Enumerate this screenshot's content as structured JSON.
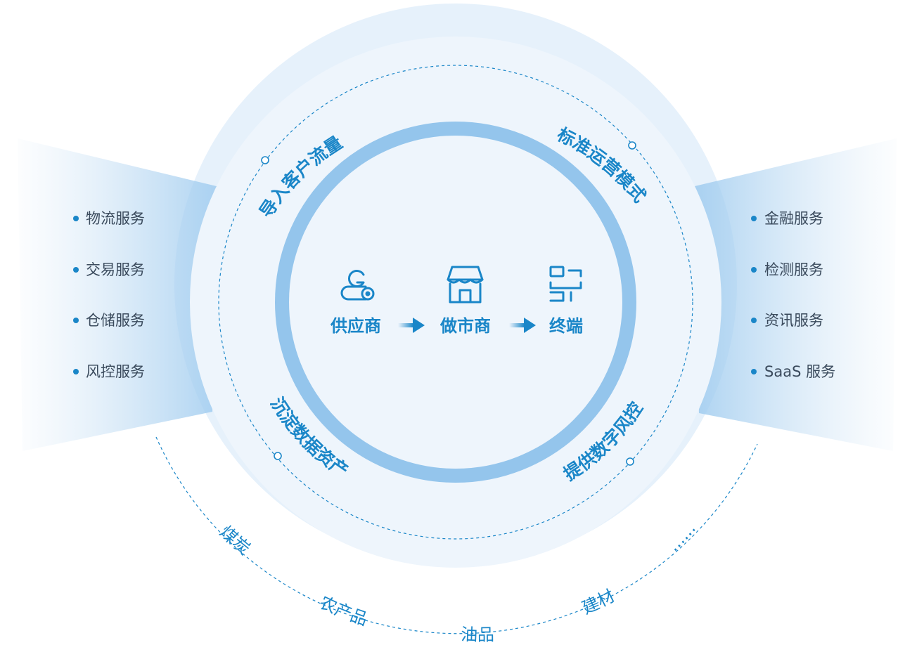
{
  "left_services": [
    "物流服务",
    "交易服务",
    "仓储服务",
    "风控服务"
  ],
  "right_services": [
    "金融服务",
    "检测服务",
    "资讯服务",
    "SaaS 服务"
  ],
  "arc_labels": {
    "top_left": "导入客户流量",
    "top_right": "标准运营模式",
    "bottom_left": "沉淀数据资产",
    "bottom_right": "提供数字风控"
  },
  "flow": {
    "nodes": [
      {
        "label": "供应商",
        "icon": "supplier-icon"
      },
      {
        "label": "做市商",
        "icon": "storefront-icon"
      },
      {
        "label": "终端",
        "icon": "terminal-icon"
      }
    ]
  },
  "industries": [
    "煤炭",
    "农产品",
    "油品",
    "建材",
    "......"
  ],
  "colors": {
    "accent": "#1a86c8",
    "ring": "#94c5ec",
    "outer_disc": "#e6f1fb",
    "inner_disc": "#eef5fc"
  }
}
